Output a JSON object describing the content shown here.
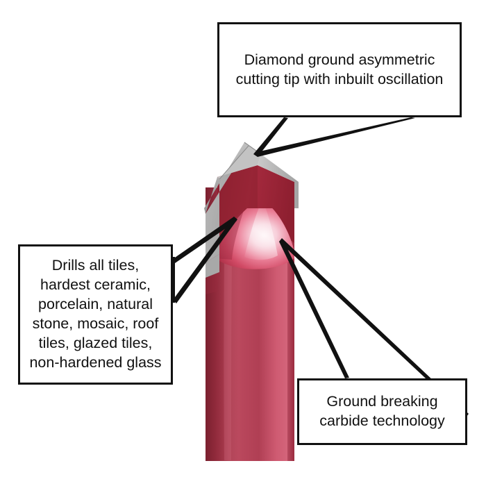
{
  "document": {
    "title": "Annotated tile drill bit illustration",
    "background_color": "#ffffff"
  },
  "product": {
    "name": "Tile drill bit",
    "body_color": "#b63a4e",
    "body_shadow_color": "#8e2338",
    "tip_metal_color": "#a9a9a9",
    "tip_highlight_color": "#f6c9d6",
    "flute_color": "#9e2338"
  },
  "callouts": [
    {
      "id": "tip",
      "name": "diamond-ground-tip-callout",
      "text": "Diamond ground asymmetric\ncutting tip with inbuilt oscillation",
      "border_color": "#111111",
      "background_color": "#ffffff"
    },
    {
      "id": "materials",
      "name": "materials-callout",
      "text": "Drills all tiles,\nhardest ceramic,\nporcelain, natural\nstone, mosaic, roof\ntiles, glazed tiles,\nnon-hardened glass",
      "border_color": "#111111",
      "background_color": "#ffffff"
    },
    {
      "id": "carbide",
      "name": "carbide-technology-callout",
      "text": "Ground breaking\ncarbide technology",
      "border_color": "#111111",
      "background_color": "#ffffff"
    }
  ],
  "leader_lines": {
    "color": "#111111",
    "count": 3,
    "labels": [
      "tip-leader",
      "materials-leader",
      "carbide-leader"
    ]
  }
}
